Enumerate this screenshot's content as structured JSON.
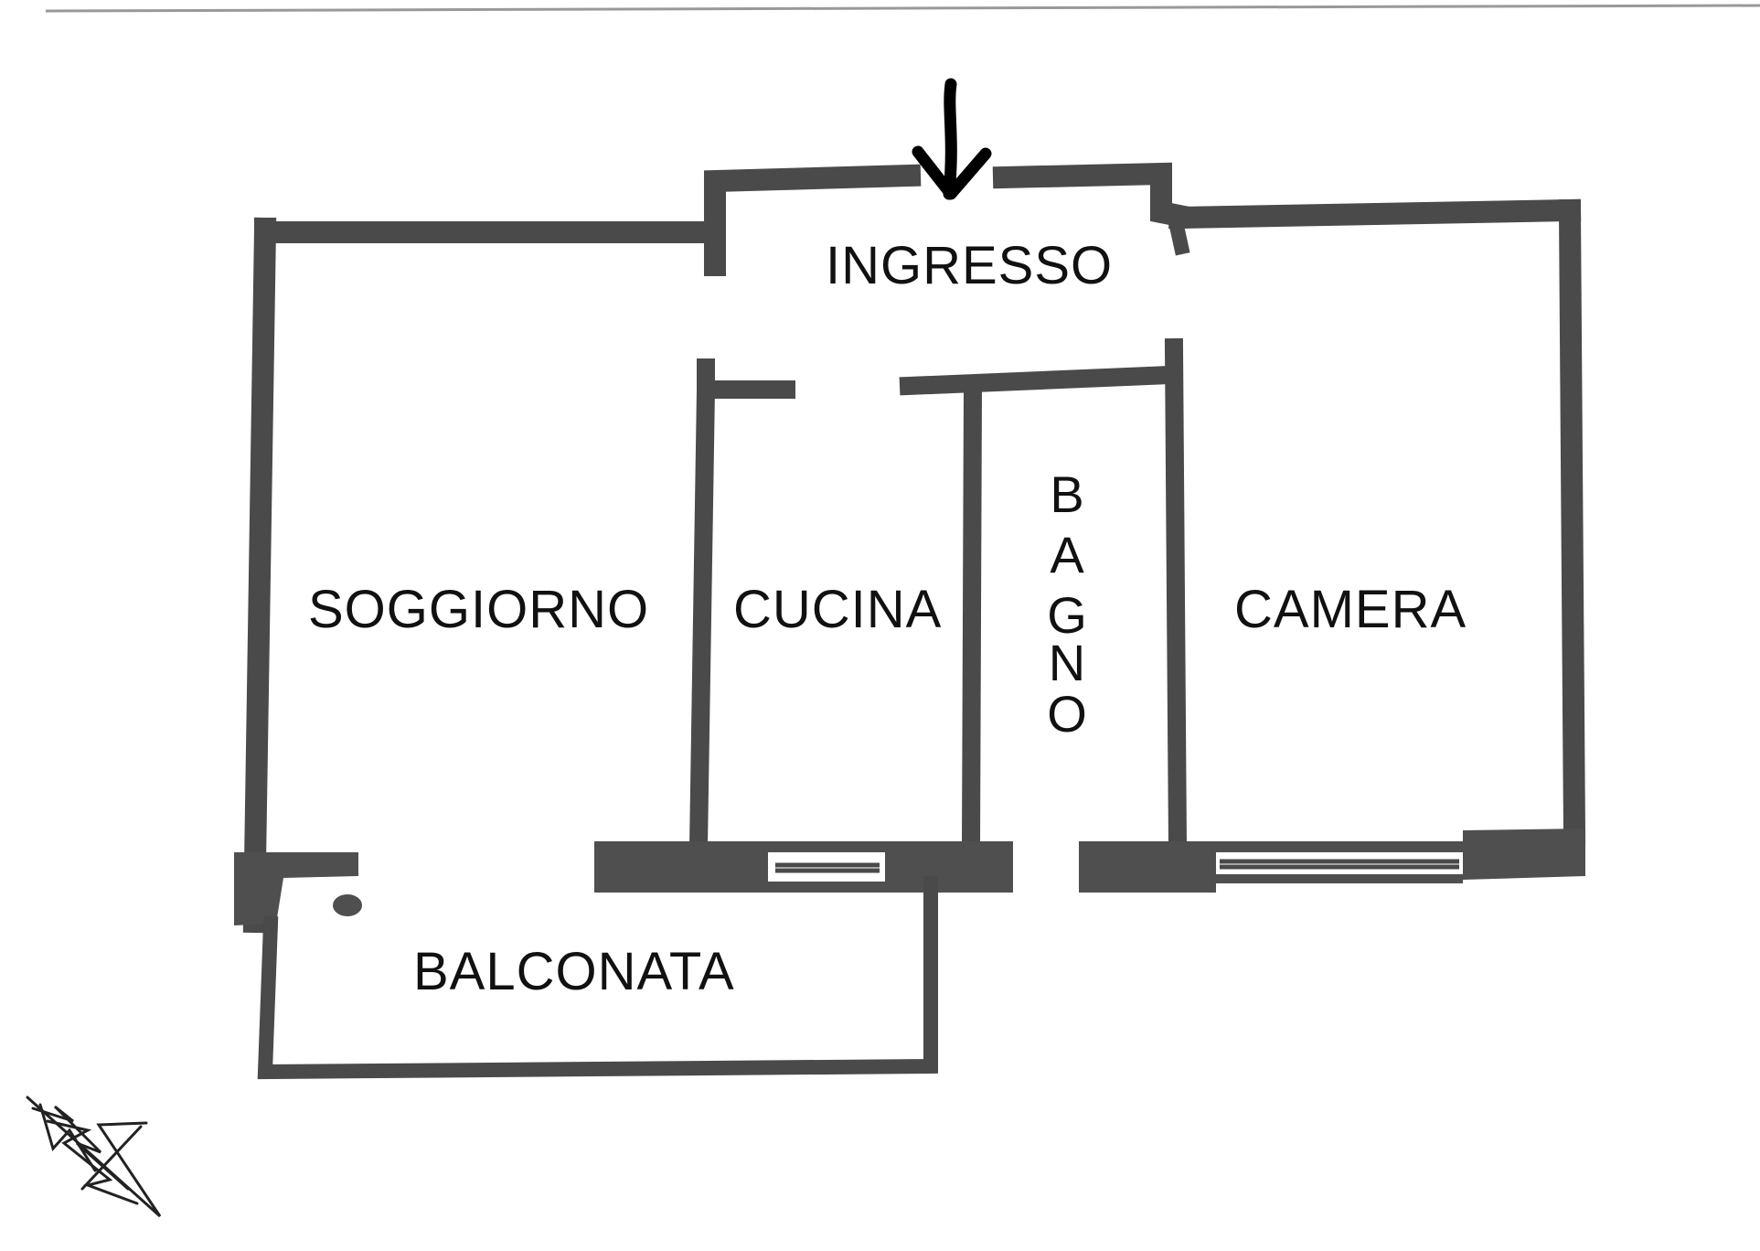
{
  "floor_plan": {
    "rooms": {
      "ingresso": "INGRESSO",
      "soggiorno": "SOGGIORNO",
      "cucina": "CUCINA",
      "bagno": [
        "B",
        "A",
        "G",
        "N",
        "O"
      ],
      "camera": "CAMERA",
      "balconata": "BALCONATA"
    },
    "entrance_marker": "arrow-down-icon",
    "wall_color": "#4a4a4a",
    "label_color": "#111111"
  }
}
